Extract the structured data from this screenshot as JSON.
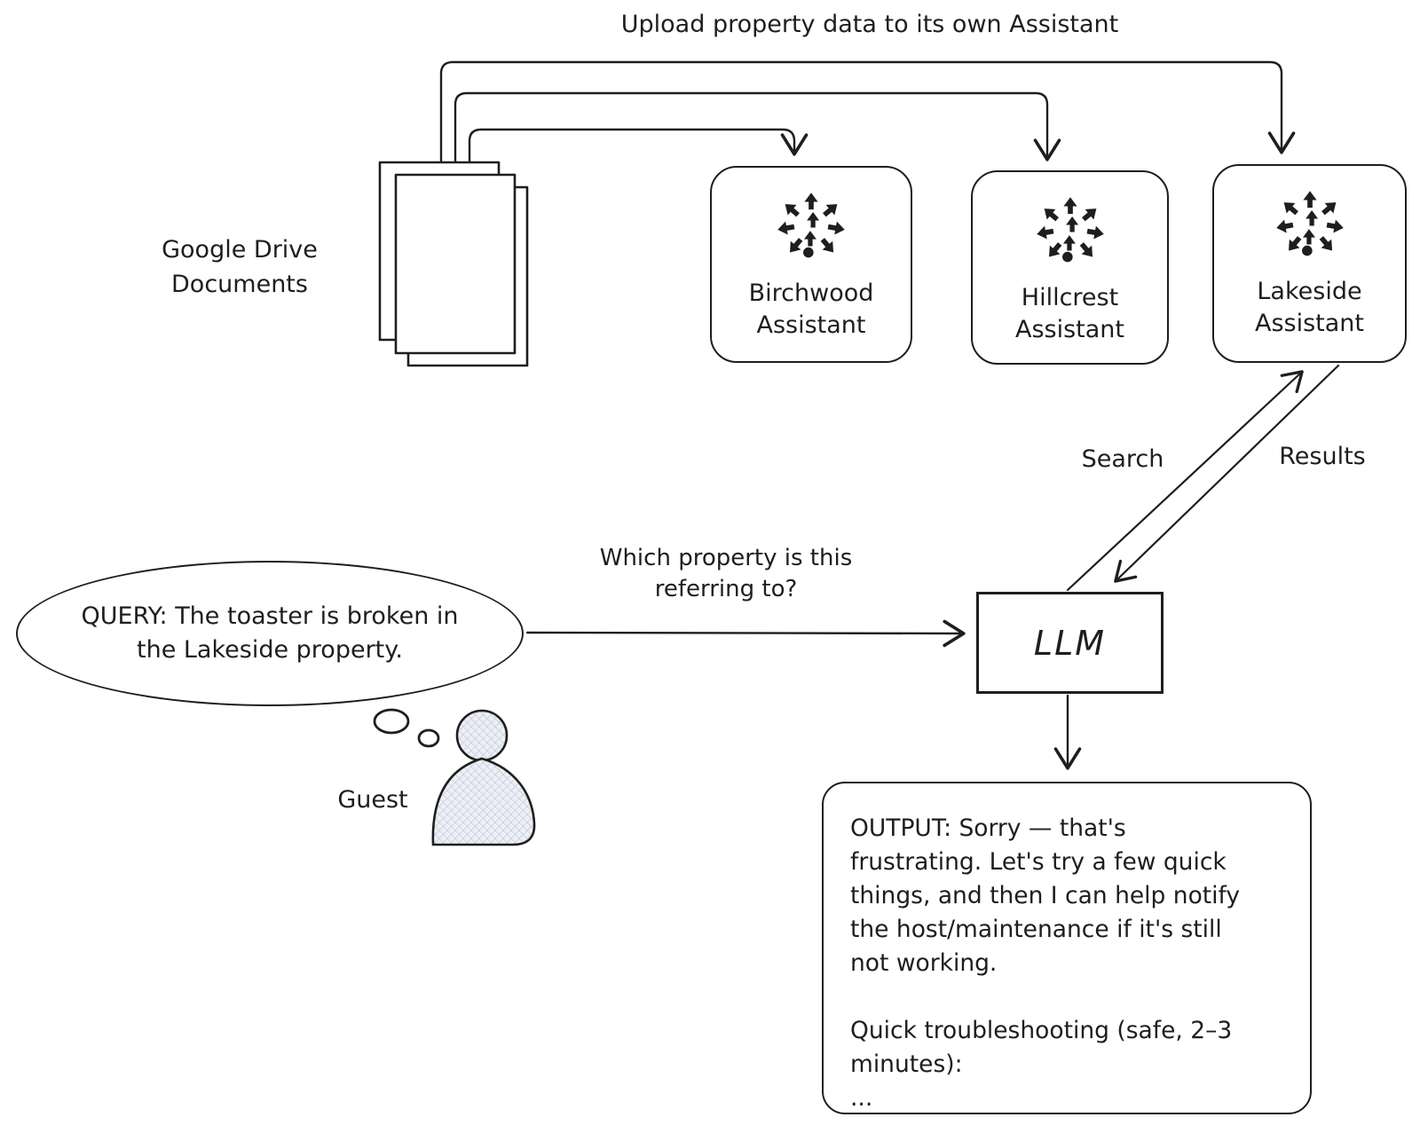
{
  "title": "Upload property data to its own Assistant",
  "colors": {
    "ink": "#1e1e1e",
    "background": "#ffffff",
    "guest_fill": "#eef0f6",
    "guest_hatch": "#ccd4e2"
  },
  "documents": {
    "label": "Google Drive\nDocuments"
  },
  "assistants": [
    {
      "label": "Birchwood\nAssistant",
      "icon": "scatter-arrows-icon"
    },
    {
      "label": "Hillcrest\nAssistant",
      "icon": "scatter-arrows-icon"
    },
    {
      "label": "Lakeside\nAssistant",
      "icon": "scatter-arrows-icon"
    }
  ],
  "query": {
    "text": "QUERY: The toaster is broken in\nthe Lakeside property."
  },
  "guest": {
    "label": "Guest"
  },
  "llm": {
    "label": "LLM"
  },
  "arrows": {
    "question_label": "Which property is this\nreferring to?",
    "search_label": "Search",
    "results_label": "Results"
  },
  "output": {
    "text": "OUTPUT: Sorry — that's\nfrustrating. Let's try a few quick\nthings, and then I can help notify\nthe host/maintenance if it's still\nnot working.\n\nQuick troubleshooting (safe, 2–3\nminutes):\n..."
  }
}
